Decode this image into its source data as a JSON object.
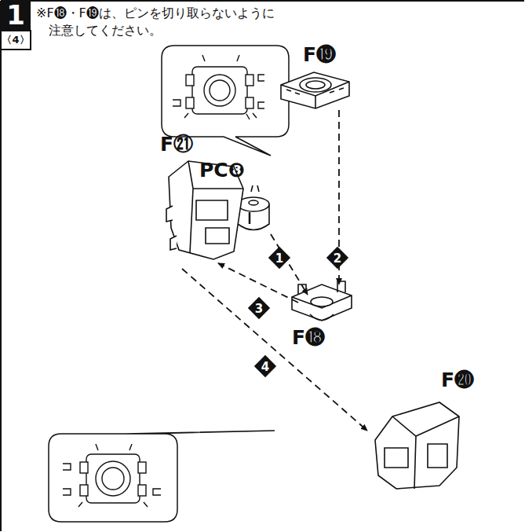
{
  "diagram": {
    "labels": [
      "1",
      "〈4〉",
      "※F⓲・F⓳は、ピンを切り取らないように注意してください。",
      "F⓳",
      "PC❽",
      "1",
      "2",
      "F㉑",
      "3",
      "4",
      "F⓴",
      "F⓲"
    ]
  }
}
